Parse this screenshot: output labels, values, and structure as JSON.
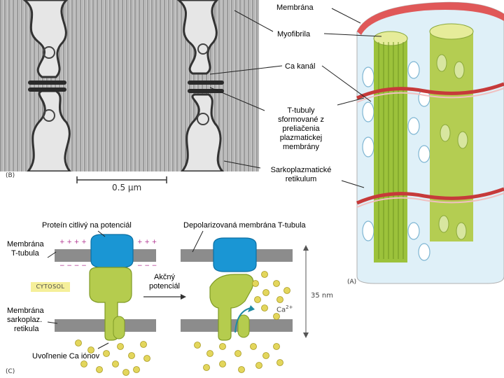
{
  "panel_b": {
    "tag": "(B)",
    "scale_bar_label": "0.5 µm"
  },
  "panel_a": {
    "tag": "(A)",
    "labels": {
      "membrana": "Membrána",
      "myofibrila": "Myofibrila",
      "ca_kanal": "Ca kanál",
      "t_tubuly": [
        "T-tubuly",
        "sformované z",
        "preliačenia",
        "plazmatickej",
        "membrány"
      ],
      "sarkoplazmaticke": [
        "Sarkoplazmatické",
        "retikulum"
      ]
    }
  },
  "panel_c": {
    "tag": "(C)",
    "protein_label": "Proteín citlivý na potenciál",
    "depolarized_label": "Depolarizovaná membrána T-tubula",
    "membrana_t_tubula": [
      "Membrána",
      "T-tubula"
    ],
    "membrana_sarkoplaz": [
      "Membrána",
      "sarkoplaz.",
      "retikula"
    ],
    "cytosol": "CYTOSOL",
    "akcny_potencial": [
      "Akčný",
      "potenciál"
    ],
    "uvolnenie": "Uvoľnenie Ca iónov",
    "distance": "35 nm",
    "ca_label": "Ca",
    "ca_superscript": "2+",
    "plus_signs": "+ + + +",
    "plus_signs_right": "+ + +",
    "minus_signs": "− − − −",
    "minus_signs_right": "− − −"
  },
  "colors": {
    "green_protein": "#b5cc4e",
    "blue_protein": "#1a96d4",
    "membrane_gray": "#8c8c8c",
    "ca_ion": "#e3d65c",
    "t_tubule_red": "#c63a3a"
  }
}
